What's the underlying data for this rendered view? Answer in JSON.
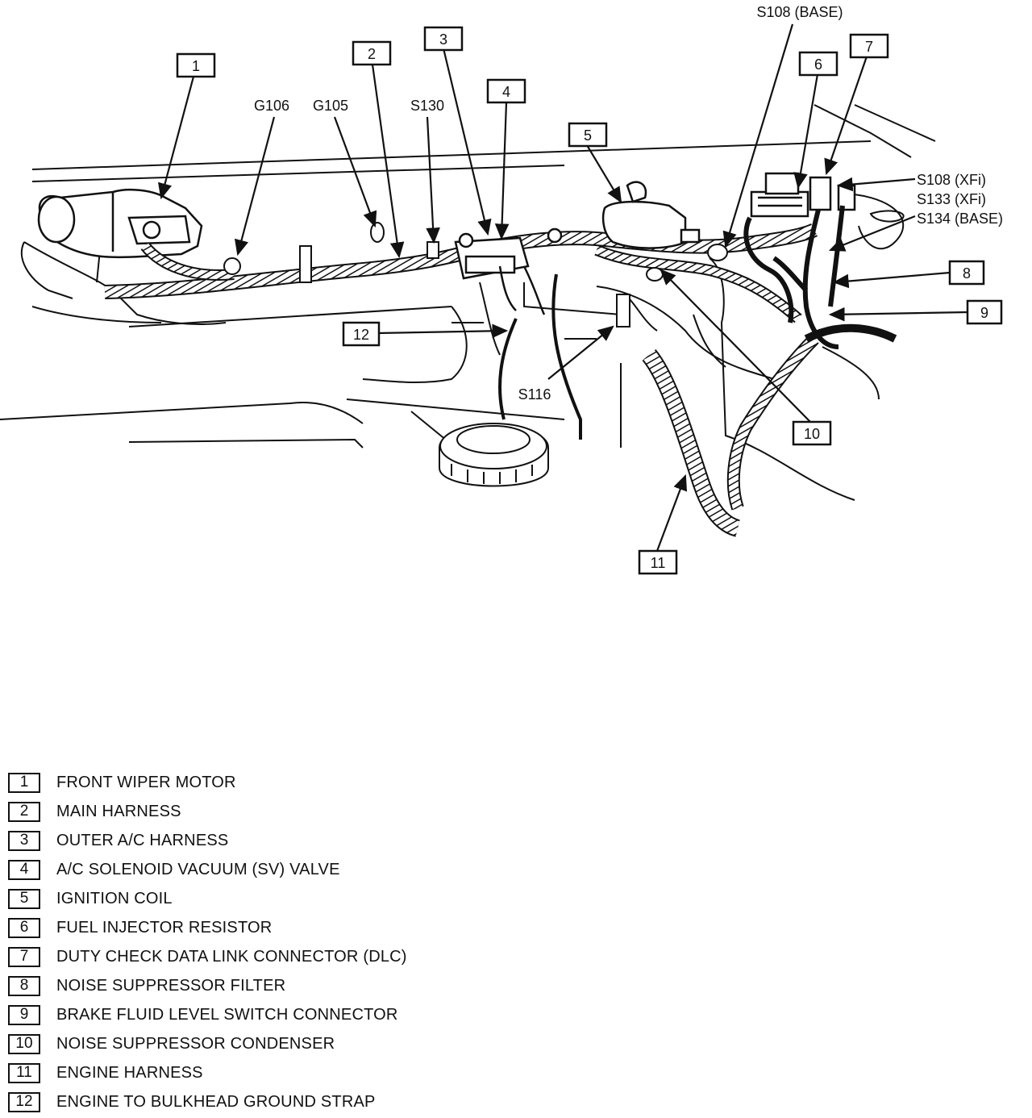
{
  "callouts": [
    "1",
    "2",
    "3",
    "4",
    "5",
    "6",
    "7",
    "8",
    "9",
    "10",
    "11",
    "12"
  ],
  "splice_labels": {
    "g106": "G106",
    "g105": "G105",
    "s130": "S130",
    "s116": "S116",
    "s108_base": "S108 (BASE)",
    "s108_xfi": "S108 (XFi)",
    "s133_xfi": "S133 (XFi)",
    "s134_base": "S134 (BASE)"
  },
  "legend": [
    {
      "num": "1",
      "label": "FRONT WIPER MOTOR"
    },
    {
      "num": "2",
      "label": "MAIN HARNESS"
    },
    {
      "num": "3",
      "label": "OUTER A/C HARNESS"
    },
    {
      "num": "4",
      "label": "A/C SOLENOID VACUUM (SV) VALVE"
    },
    {
      "num": "5",
      "label": "IGNITION COIL"
    },
    {
      "num": "6",
      "label": "FUEL INJECTOR RESISTOR"
    },
    {
      "num": "7",
      "label": "DUTY CHECK DATA LINK CONNECTOR (DLC)"
    },
    {
      "num": "8",
      "label": "NOISE SUPPRESSOR FILTER"
    },
    {
      "num": "9",
      "label": "BRAKE FLUID LEVEL SWITCH CONNECTOR"
    },
    {
      "num": "10",
      "label": "NOISE SUPPRESSOR CONDENSER"
    },
    {
      "num": "11",
      "label": "ENGINE HARNESS"
    },
    {
      "num": "12",
      "label": "ENGINE TO BULKHEAD GROUND STRAP"
    }
  ]
}
